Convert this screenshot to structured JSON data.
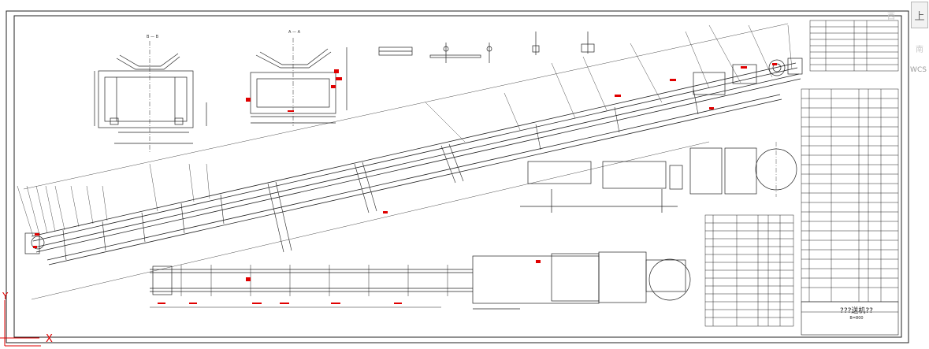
{
  "viewcube": {
    "west_label": "西",
    "face_label": "上",
    "south_label": "南",
    "wcs_label": "WCS"
  },
  "ucs": {
    "x_label": "X",
    "y_label": "Y"
  },
  "title_block": {
    "title": "???送机??",
    "subtitle": "B=800"
  },
  "section_labels": {
    "b_b": "B — B",
    "a_a": "A — A"
  },
  "colors": {
    "line": "#1a1a1a",
    "accent": "#e00000",
    "background": "#ffffff"
  }
}
